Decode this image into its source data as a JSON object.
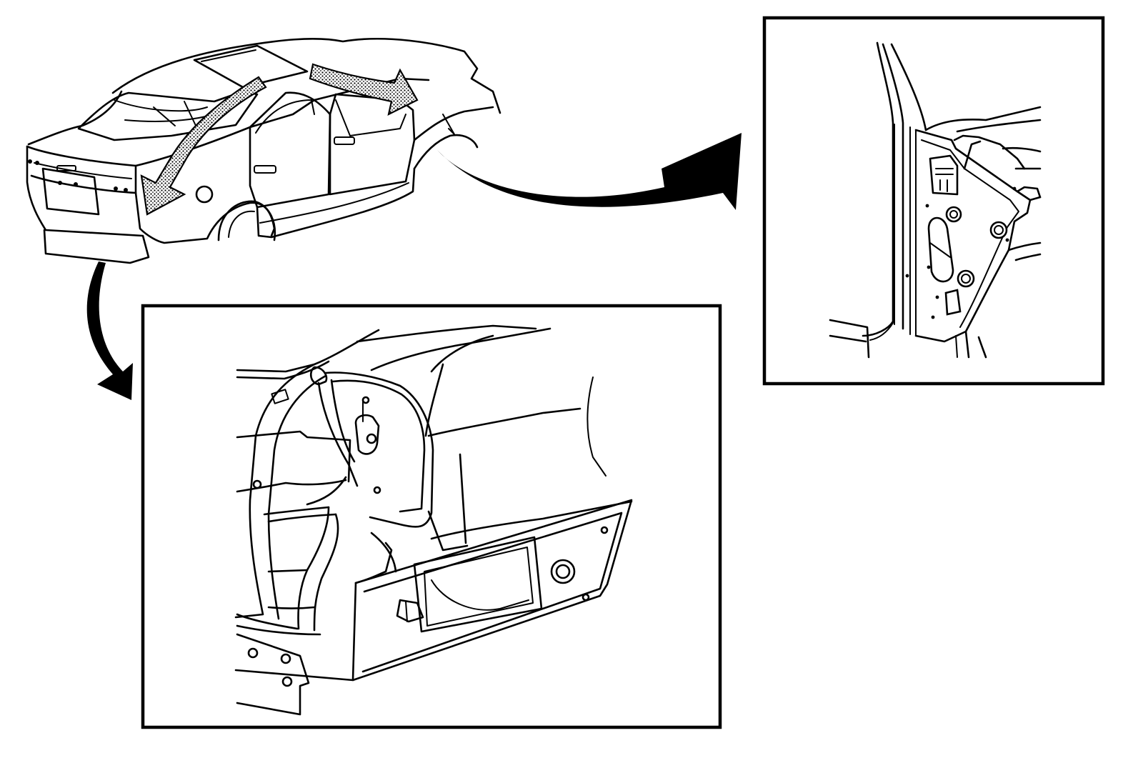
{
  "diagram": {
    "type": "service-illustration",
    "views": [
      {
        "id": "overview",
        "subject": "vehicle-body-shell"
      },
      {
        "id": "detail-right",
        "subject": "body-pillar-panel"
      },
      {
        "id": "detail-bottom",
        "subject": "rear-body-panel"
      }
    ],
    "colors": {
      "line": "#000000",
      "background": "#ffffff",
      "highlight_pattern": "#000000"
    }
  }
}
